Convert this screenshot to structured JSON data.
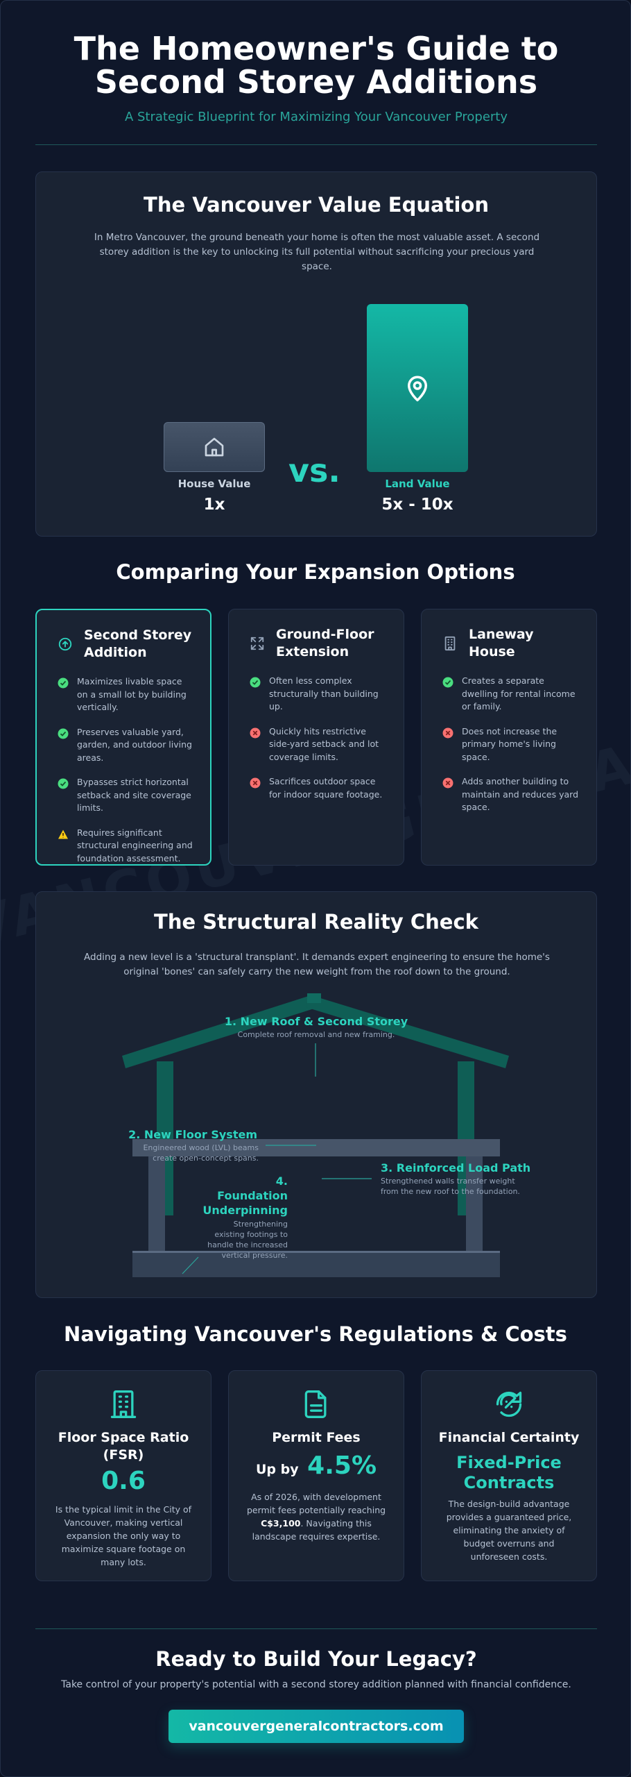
{
  "header": {
    "title_line1": "The Homeowner's Guide to",
    "title_line2": "Second Storey Additions",
    "subtitle": "A Strategic Blueprint for Maximizing Your Vancouver Property"
  },
  "value_equation": {
    "title": "The Vancouver Value Equation",
    "text": "In Metro Vancouver, the ground beneath your home is often the most valuable asset. A second storey addition is the key to unlocking its full potential without sacrificing your precious yard space.",
    "house_label": "House Value",
    "house_value": "1x",
    "vs": "vs.",
    "land_label": "Land Value",
    "land_value": "5x - 10x"
  },
  "options": {
    "title": "Comparing Your Expansion Options",
    "cards": [
      {
        "title": "Second Storey Addition",
        "icon": "arrow-up-circle-icon",
        "items": [
          {
            "type": "pro",
            "text": "Maximizes livable space on a small lot by building vertically."
          },
          {
            "type": "pro",
            "text": "Preserves valuable yard, garden, and outdoor living areas."
          },
          {
            "type": "pro",
            "text": "Bypasses strict horizontal setback and site coverage limits."
          },
          {
            "type": "warn",
            "text": "Requires significant structural engineering and foundation assessment."
          }
        ]
      },
      {
        "title": "Ground-Floor Extension",
        "icon": "expand-icon",
        "items": [
          {
            "type": "pro",
            "text": "Often less complex structurally than building up."
          },
          {
            "type": "con",
            "text": "Quickly hits restrictive side-yard setback and lot coverage limits."
          },
          {
            "type": "con",
            "text": "Sacrifices outdoor space for indoor square footage."
          }
        ]
      },
      {
        "title": "Laneway House",
        "icon": "building-icon",
        "items": [
          {
            "type": "pro",
            "text": "Creates a separate dwelling for rental income or family."
          },
          {
            "type": "con",
            "text": "Does not increase the primary home's living space."
          },
          {
            "type": "con",
            "text": "Adds another building to maintain and reduces yard space."
          }
        ]
      }
    ]
  },
  "structure": {
    "title": "The Structural Reality Check",
    "text": "Adding a new level is a 'structural transplant'. It demands expert engineering to ensure the home's original 'bones' can safely carry the new weight from the roof down to the ground.",
    "l1_title": "1. New Roof & Second Storey",
    "l1_sub": "Complete roof removal and new framing.",
    "l2_title": "2. New Floor System",
    "l2_sub1": "Engineered wood (LVL) beams",
    "l2_sub2": "create open-concept spans.",
    "l3_title": "3. Reinforced Load Path",
    "l3_sub1": "Strengthened walls transfer weight",
    "l3_sub2": "from the new roof to the foundation.",
    "l4_title1": "4.",
    "l4_title2": "Foundation",
    "l4_title3": "Underpinning",
    "l4_sub1": "Strengthening",
    "l4_sub2": "existing footings to",
    "l4_sub3": "handle the increased",
    "l4_sub4": "vertical pressure."
  },
  "regulations": {
    "title": "Navigating Vancouver's Regulations & Costs",
    "fsr": {
      "title": "Floor Space Ratio (FSR)",
      "value": "0.6",
      "text": "Is the typical limit in the City of Vancouver, making vertical expansion the only way to maximize square footage on many lots."
    },
    "permit": {
      "title": "Permit Fees",
      "prefix": "Up by",
      "value": "4.5%",
      "text_before": "As of 2026, with development permit fees potentially reaching ",
      "text_bold": "C$3,100",
      "text_after": ". Navigating this landscape requires expertise."
    },
    "finance": {
      "title": "Financial Certainty",
      "value": "Fixed-Price Contracts",
      "text": "The design-build advantage provides a guaranteed price, eliminating the anxiety of budget overruns and unforeseen costs."
    }
  },
  "cta": {
    "title": "Ready to Build Your Legacy?",
    "text": "Take control of your property's potential with a second storey addition planned with financial confidence.",
    "button": "vancouvergeneralcontractors.com",
    "watermark": "VANCOUVERGENERALCONTRACTORS"
  },
  "colors": {
    "accent": "#2dd4bf",
    "pro": "#4ade80",
    "con": "#f87171",
    "warn": "#facc15",
    "background": "#0f172a",
    "card": "#1a2333"
  }
}
